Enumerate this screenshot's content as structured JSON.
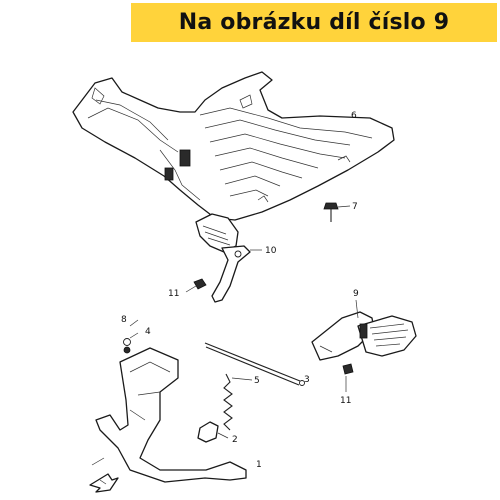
{
  "banner": {
    "text": "Na obrázku díl číslo 9",
    "color": "#ffd33b"
  },
  "callouts": {
    "c1": "1",
    "c2": "2",
    "c3": "3",
    "c4": "4",
    "c5": "5",
    "c6": "6",
    "c7": "7",
    "c8": "8",
    "c9": "9",
    "c10": "10",
    "c11a": "11",
    "c11b": "11"
  },
  "icons": {
    "front_arrow": "front-arrow-icon"
  }
}
